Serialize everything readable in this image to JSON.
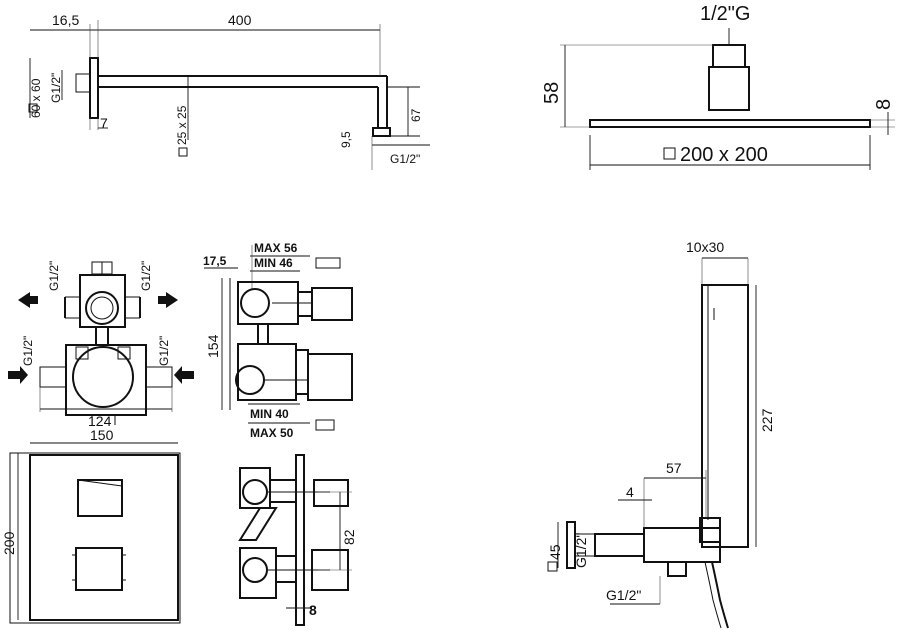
{
  "arm": {
    "dim_16_5": "16,5",
    "dim_400": "400",
    "dim_60x60": "60 x 60",
    "dim_g12_left": "G1/2\"",
    "dim_7": "7",
    "dim_25x25": "25 x 25",
    "dim_9_5": "9,5",
    "dim_67": "67",
    "dim_g12_bottom": "G1/2\""
  },
  "head": {
    "dim_12g": "1/2\"G",
    "dim_58": "58",
    "dim_8": "8",
    "dim_200x200": "200 x 200"
  },
  "valve": {
    "g12_1": "G1/2\"",
    "g12_2": "G1/2\"",
    "g12_3": "G1/2\"",
    "g12_4": "G1/2\"",
    "dim_124": "124",
    "dim_150": "150",
    "dim_200": "200",
    "dim_17_5": "17,5",
    "max56": "MAX 56",
    "min46": "MIN 46",
    "dim_154": "154",
    "min40": "MIN 40",
    "max50": "MAX 50",
    "dim_82": "82",
    "dim_8": "8"
  },
  "hand": {
    "dim_10x30": "10x30",
    "dim_227": "227",
    "dim_57": "57",
    "dim_4": "4",
    "dim_45": "45",
    "g12_v": "G1/2\"",
    "g12_h": "G1/2\""
  }
}
